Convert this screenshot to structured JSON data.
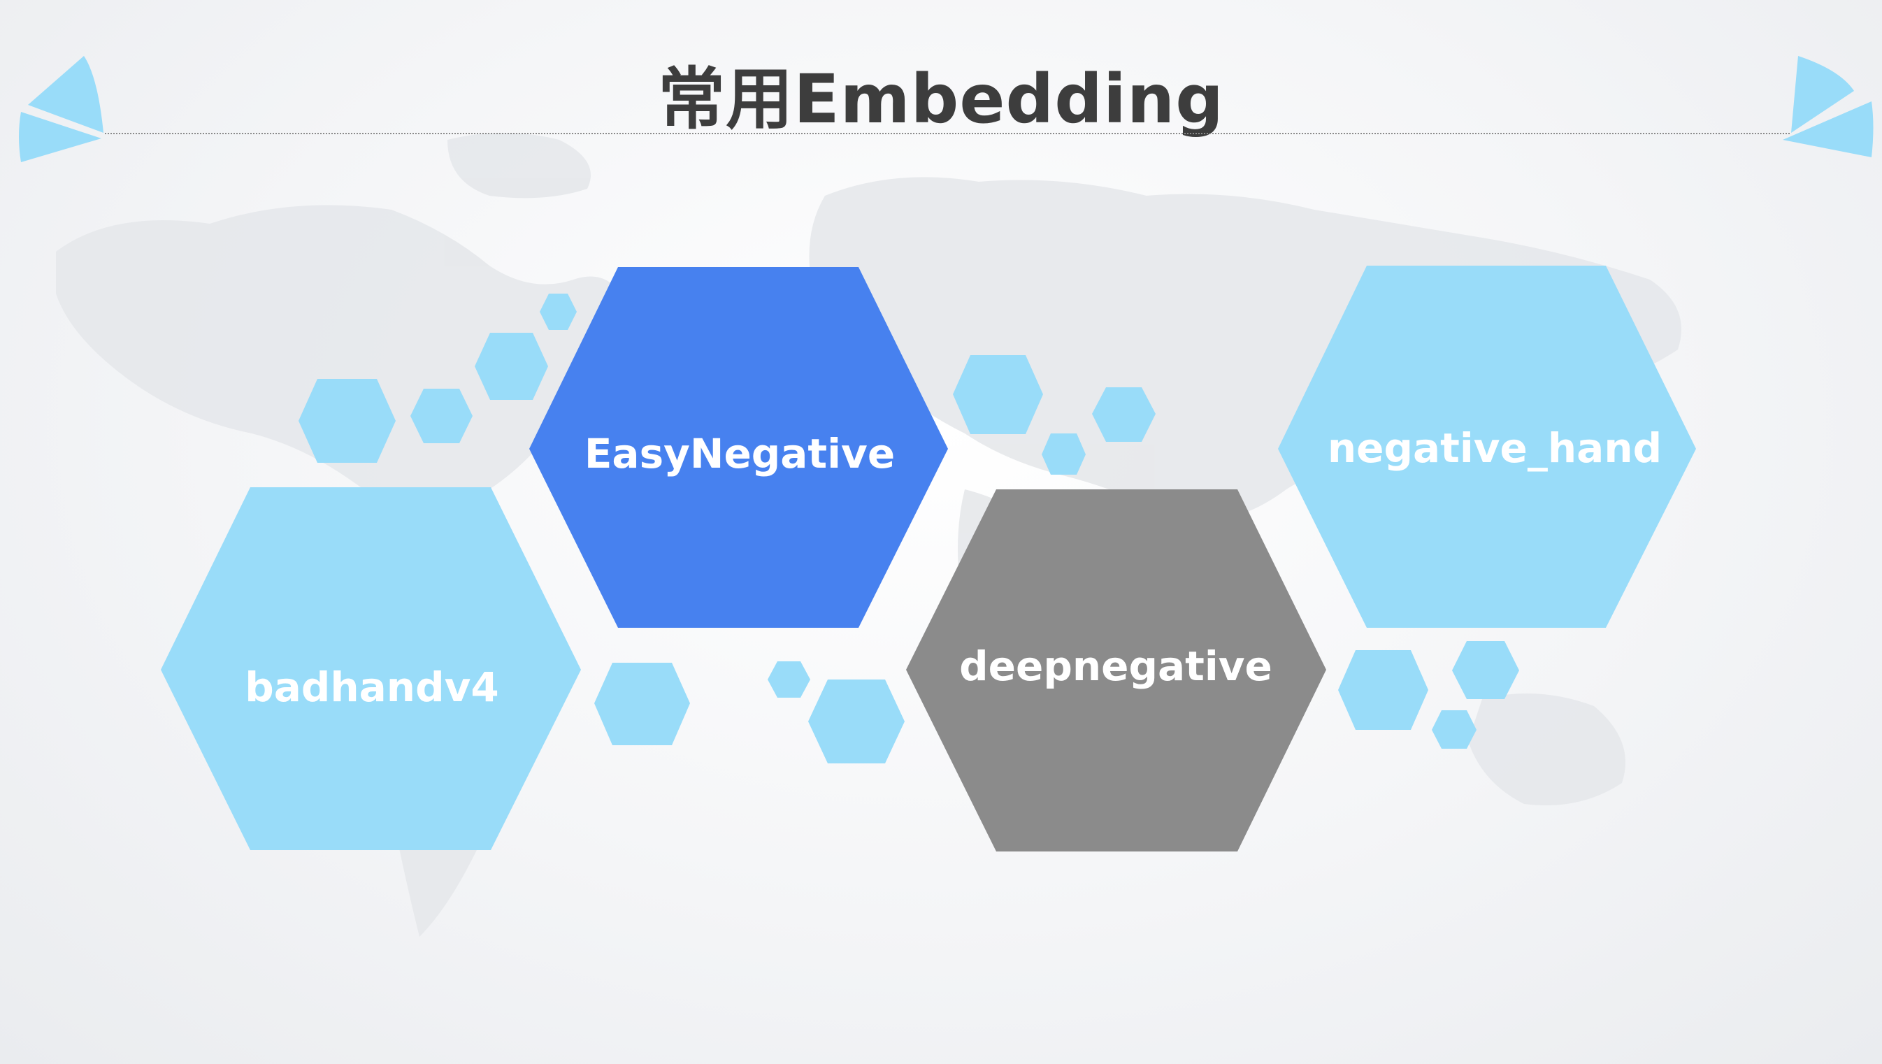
{
  "title": "常用Embedding",
  "colors": {
    "light_blue": "#99dcf9",
    "blue": "#4781ef",
    "gray": "#8b8b8b",
    "title": "#3d3d3d",
    "label": "#ffffff"
  },
  "hexagons": [
    {
      "id": "easynegative",
      "label": "EasyNegative",
      "color": "blue"
    },
    {
      "id": "negative-hand",
      "label": "negative_hand",
      "color": "light_blue"
    },
    {
      "id": "badhandv4",
      "label": "badhandv4",
      "color": "light_blue"
    },
    {
      "id": "deepnegative",
      "label": "deepnegative",
      "color": "gray"
    }
  ]
}
